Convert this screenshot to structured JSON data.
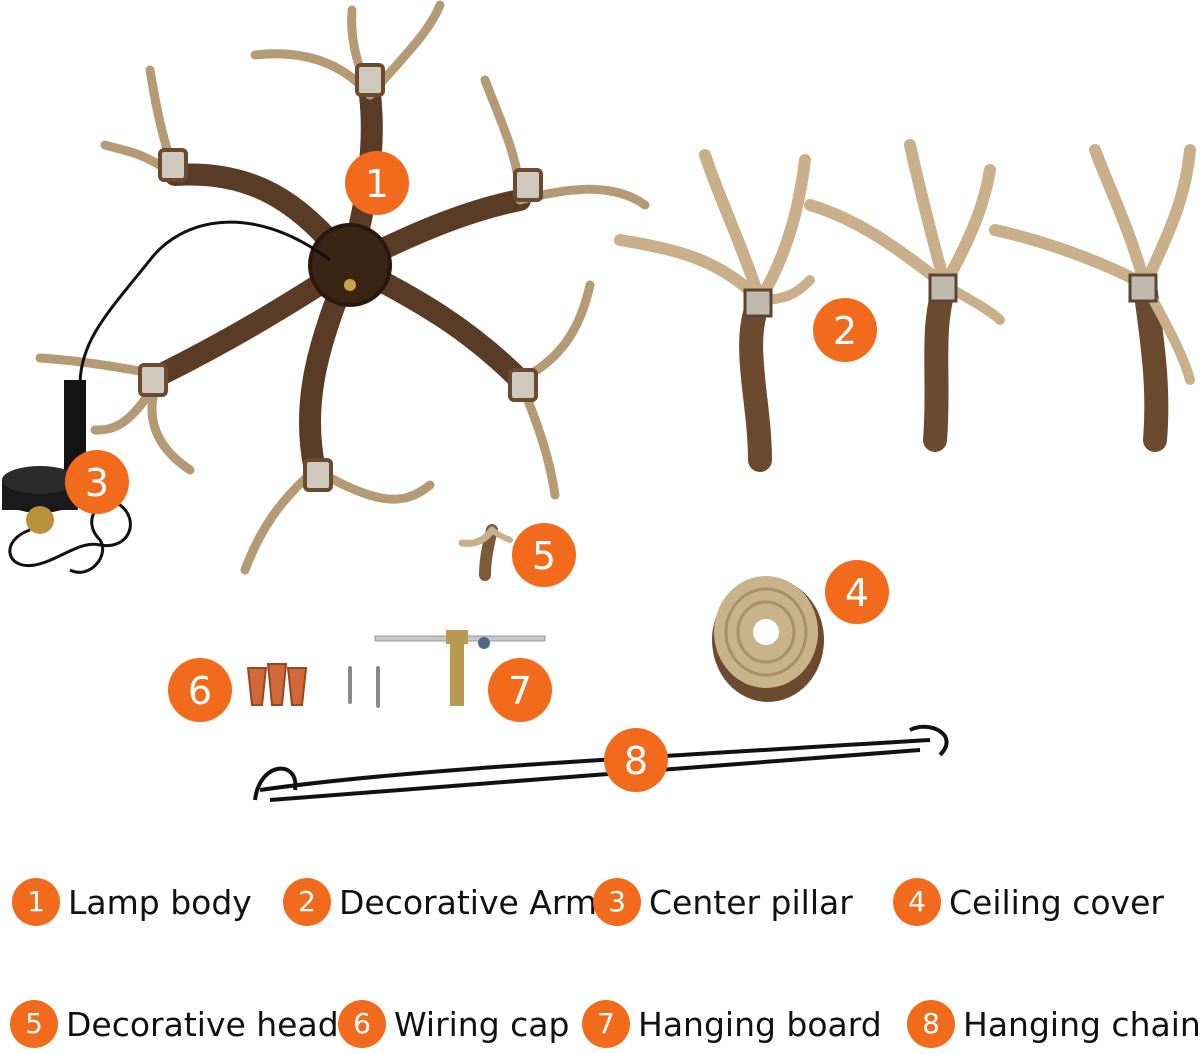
{
  "callouts": [
    "1",
    "2",
    "3",
    "4",
    "5",
    "6",
    "7",
    "8"
  ],
  "legend": [
    {
      "num": "1",
      "label": "Lamp body"
    },
    {
      "num": "2",
      "label": "Decorative Arm"
    },
    {
      "num": "3",
      "label": "Center pillar"
    },
    {
      "num": "4",
      "label": "Ceiling cover"
    },
    {
      "num": "5",
      "label": "Decorative head"
    },
    {
      "num": "6",
      "label": "Wiring cap"
    },
    {
      "num": "7",
      "label": "Hanging board"
    },
    {
      "num": "8",
      "label": "Hanging chain"
    }
  ],
  "colors": {
    "badge": "#f26b1d",
    "antler_dark": "#4a3020",
    "antler_light": "#d9c9a8",
    "chain": "#111111",
    "wire_cap": "#d0683a",
    "jute": "#c9b38a"
  }
}
